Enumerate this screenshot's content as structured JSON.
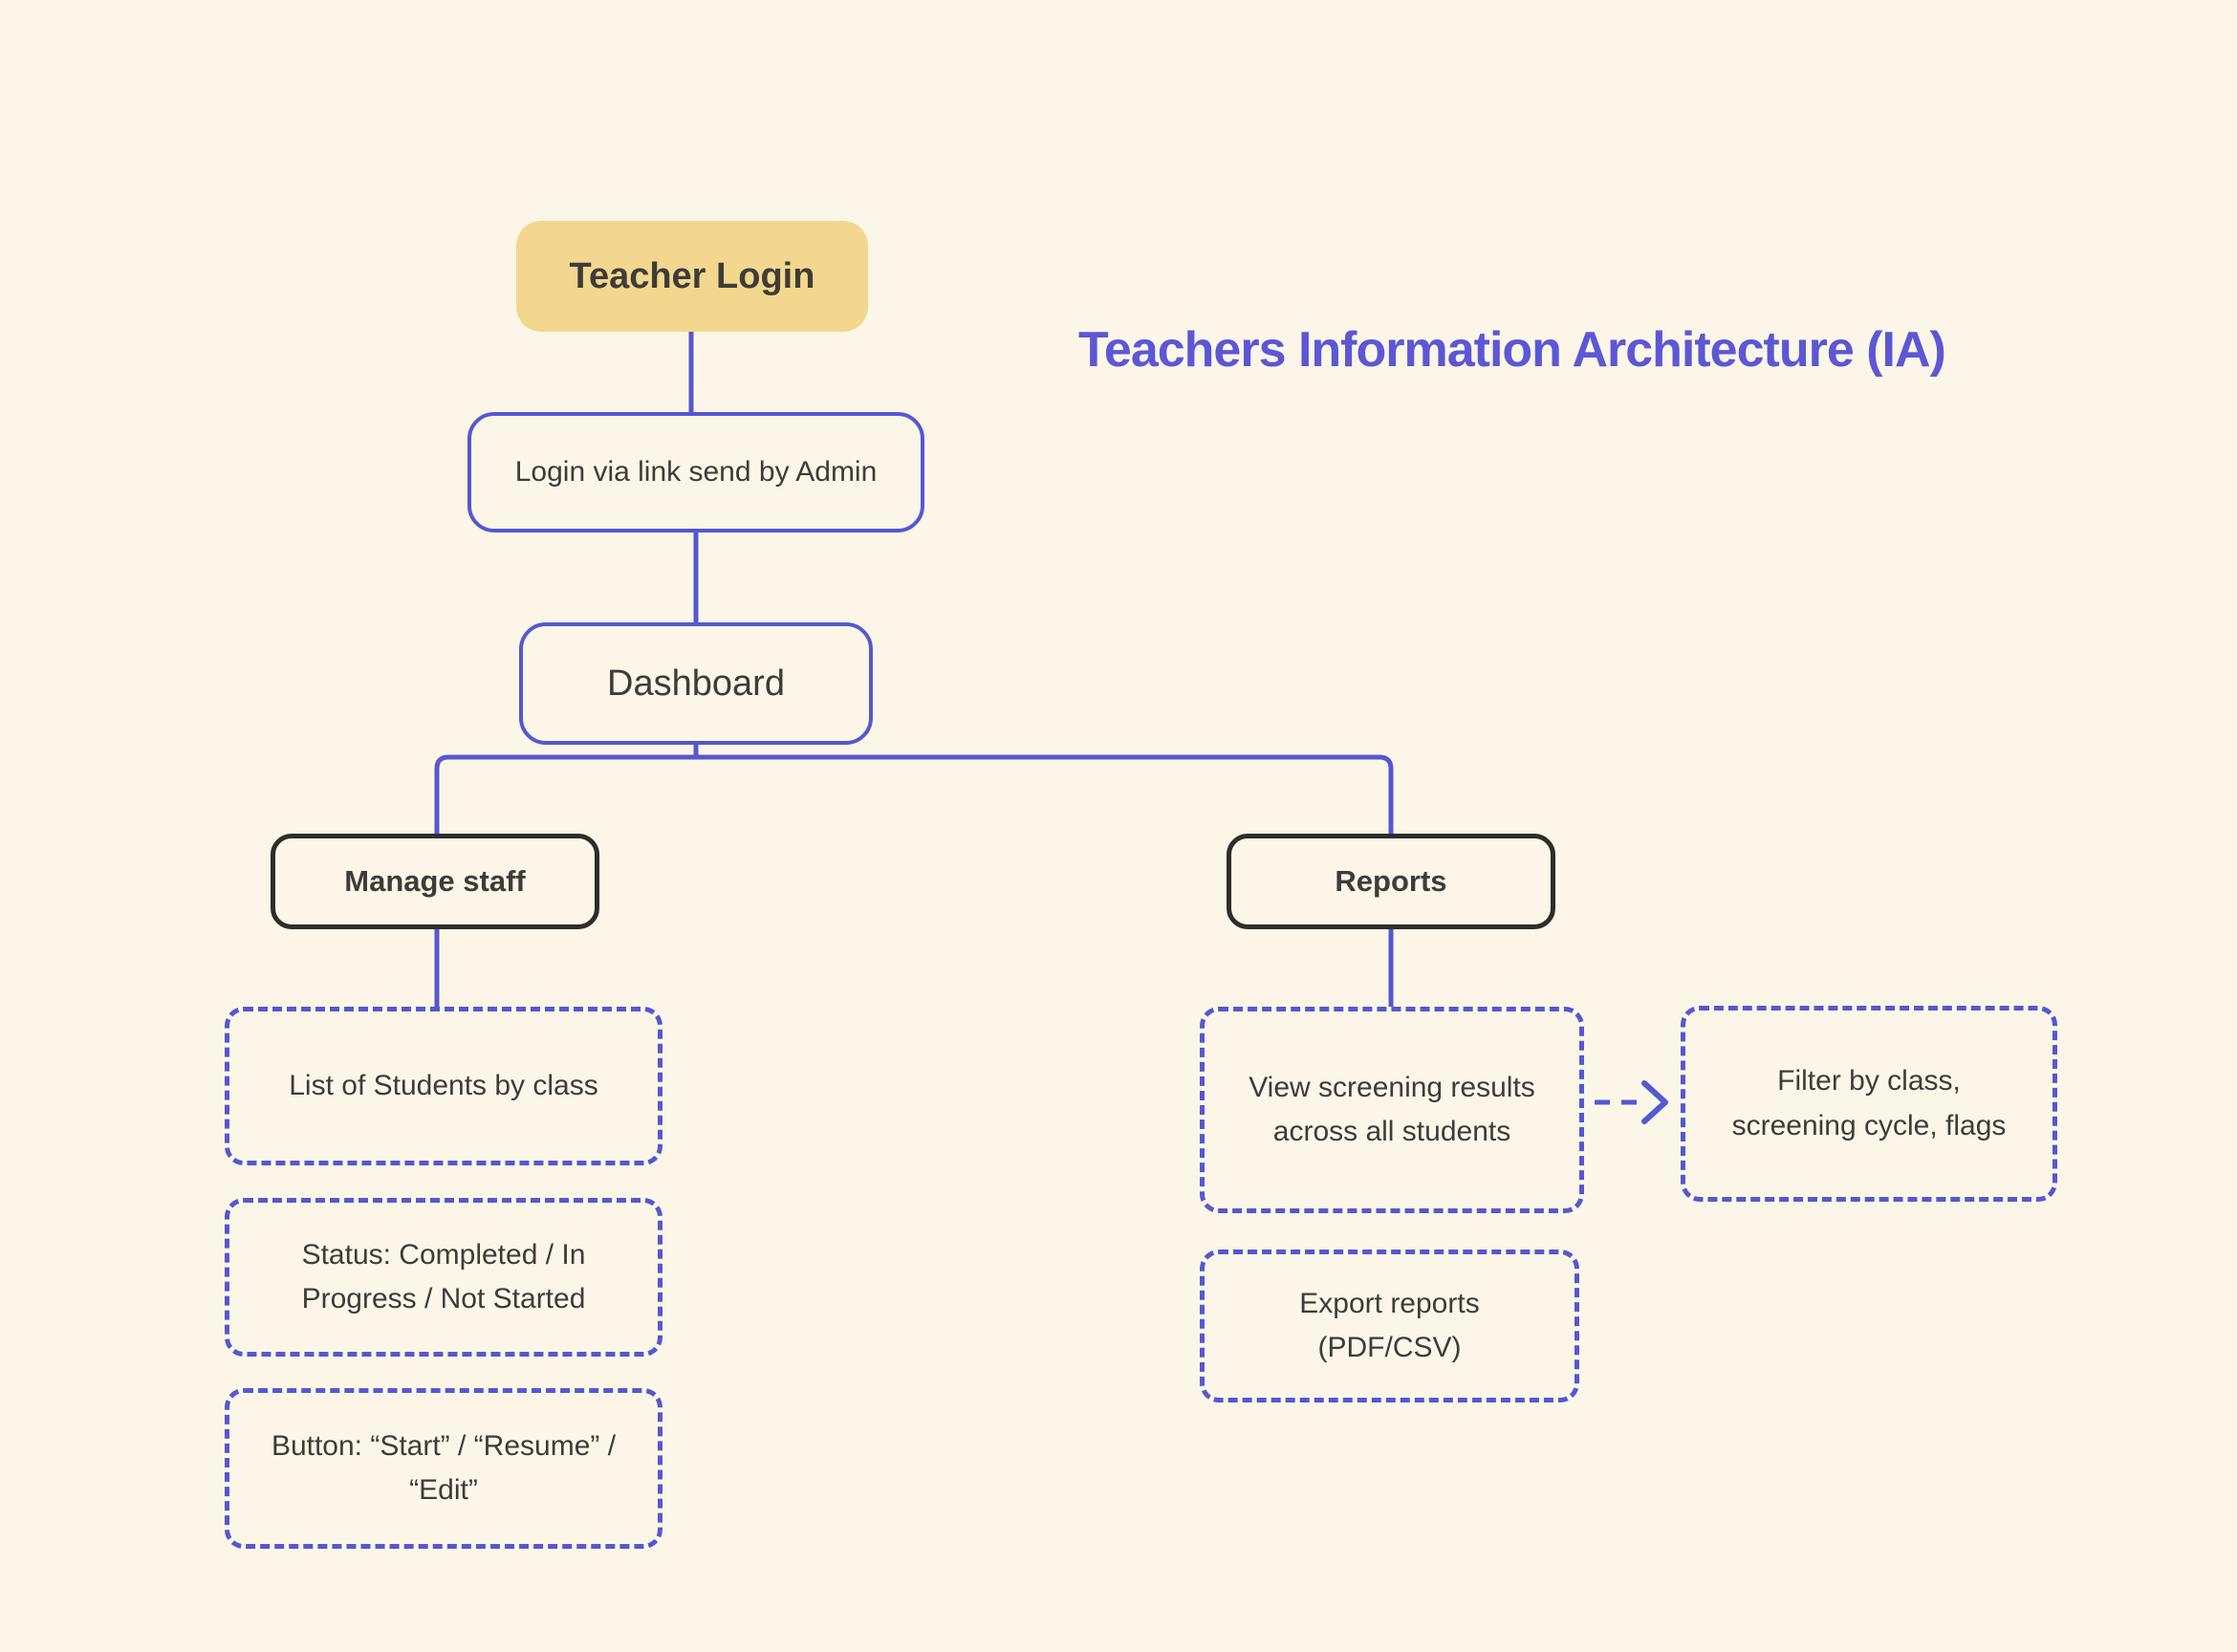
{
  "title": "Teachers Information Architecture (IA)",
  "nodes": {
    "teacher_login": "Teacher Login",
    "login_via_link": "Login via link send by Admin",
    "dashboard": "Dashboard",
    "manage_staff": "Manage staff",
    "reports": "Reports",
    "list_of_students": "List of Students by class",
    "status": "Status: Completed / In Progress / Not Started",
    "action_buttons": "Button: “Start” / “Resume” / “Edit”",
    "view_screening": "View screening results across all students",
    "filter": "Filter by class, screening cycle, flags",
    "export_reports": "Export reports (PDF/CSV)"
  },
  "colors": {
    "background": "#FBF6E7",
    "accent_purple": "#5458D2",
    "title_purple": "#5B57D6",
    "node_yellow": "#F3D78E",
    "dark_border": "#2E2D2B",
    "text": "#3E3C39"
  }
}
